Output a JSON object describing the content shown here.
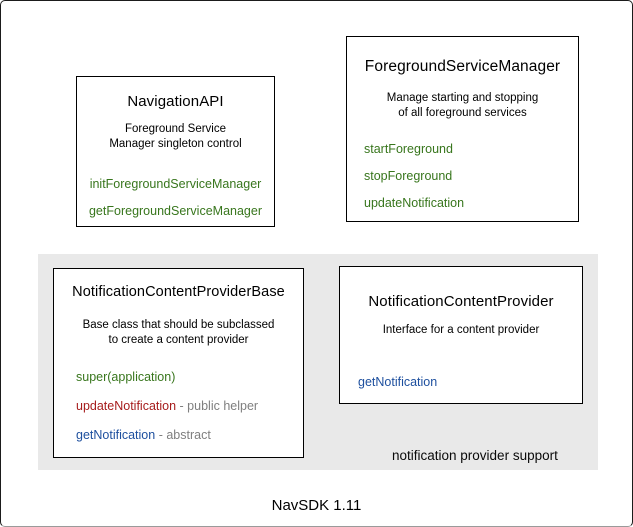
{
  "page": {
    "caption": "NavSDK 1.11",
    "group_label": "notification provider support"
  },
  "colors": {
    "method_green": "#38761d",
    "method_red": "#a61c1c",
    "method_blue": "#1d4f9e",
    "suffix_gray": "#7f7f7f",
    "panel_gray": "#e9e9e9"
  },
  "boxes": [
    {
      "title": "NavigationAPI",
      "description": [
        "Foreground Service",
        "Manager singleton control"
      ],
      "methods": [
        {
          "name": "initForegroundServiceManager",
          "color": "#38761d"
        },
        {
          "name": "getForegroundServiceManager",
          "color": "#38761d"
        }
      ]
    },
    {
      "title": "ForegroundServiceManager",
      "description": [
        "Manage starting and stopping",
        "of all foreground services"
      ],
      "methods": [
        {
          "name": "startForeground",
          "color": "#38761d"
        },
        {
          "name": "stopForeground",
          "color": "#38761d"
        },
        {
          "name": "updateNotification",
          "color": "#38761d"
        }
      ]
    },
    {
      "title": "NotificationContentProviderBase",
      "description": [
        "Base class that should be subclassed",
        "to create a content provider"
      ],
      "methods": [
        {
          "name": "super(application)",
          "suffix": "",
          "color": "#38761d"
        },
        {
          "name": "updateNotification",
          "suffix": " - public helper",
          "color": "#a61c1c"
        },
        {
          "name": "getNotification",
          "suffix": " - abstract",
          "color": "#1d4f9e"
        }
      ]
    },
    {
      "title": "NotificationContentProvider",
      "description": [
        "Interface for a content provider"
      ],
      "methods": [
        {
          "name": "getNotification",
          "color": "#1d4f9e"
        }
      ]
    }
  ]
}
